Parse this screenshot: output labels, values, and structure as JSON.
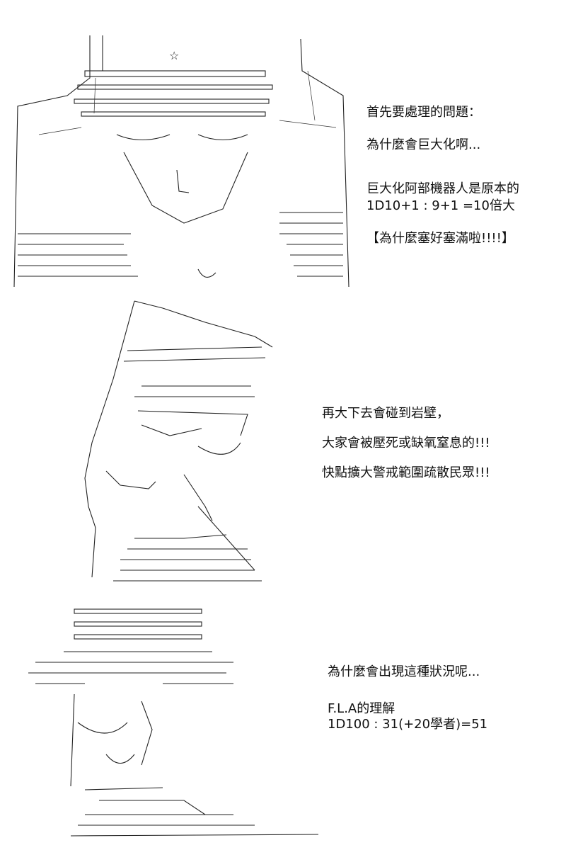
{
  "panels": [
    {
      "lines": [
        "首先要處理的問題：",
        "為什麼會巨大化啊...",
        "",
        "巨大化阿部機器人是原本的",
        "1D10+1 : 9+1 =10倍大",
        "",
        "【為什麼塞好塞滿啦!!!!】"
      ]
    },
    {
      "lines": [
        "再大下去會碰到岩壁，",
        "大家會被壓死或缺氧窒息的!!!",
        "快點擴大警戒範圍疏散民眾!!!"
      ]
    },
    {
      "lines": [
        "為什麼會出現這種狀況呢...",
        "",
        "F.L.A的理解",
        "1D100 : 31(+20學者)=51"
      ]
    }
  ],
  "icons": {
    "robot": "robot-ascii-art",
    "hooded": "hooded-figure-ascii-art",
    "hat": "hat-figure-ascii-art",
    "star": "star-icon"
  }
}
